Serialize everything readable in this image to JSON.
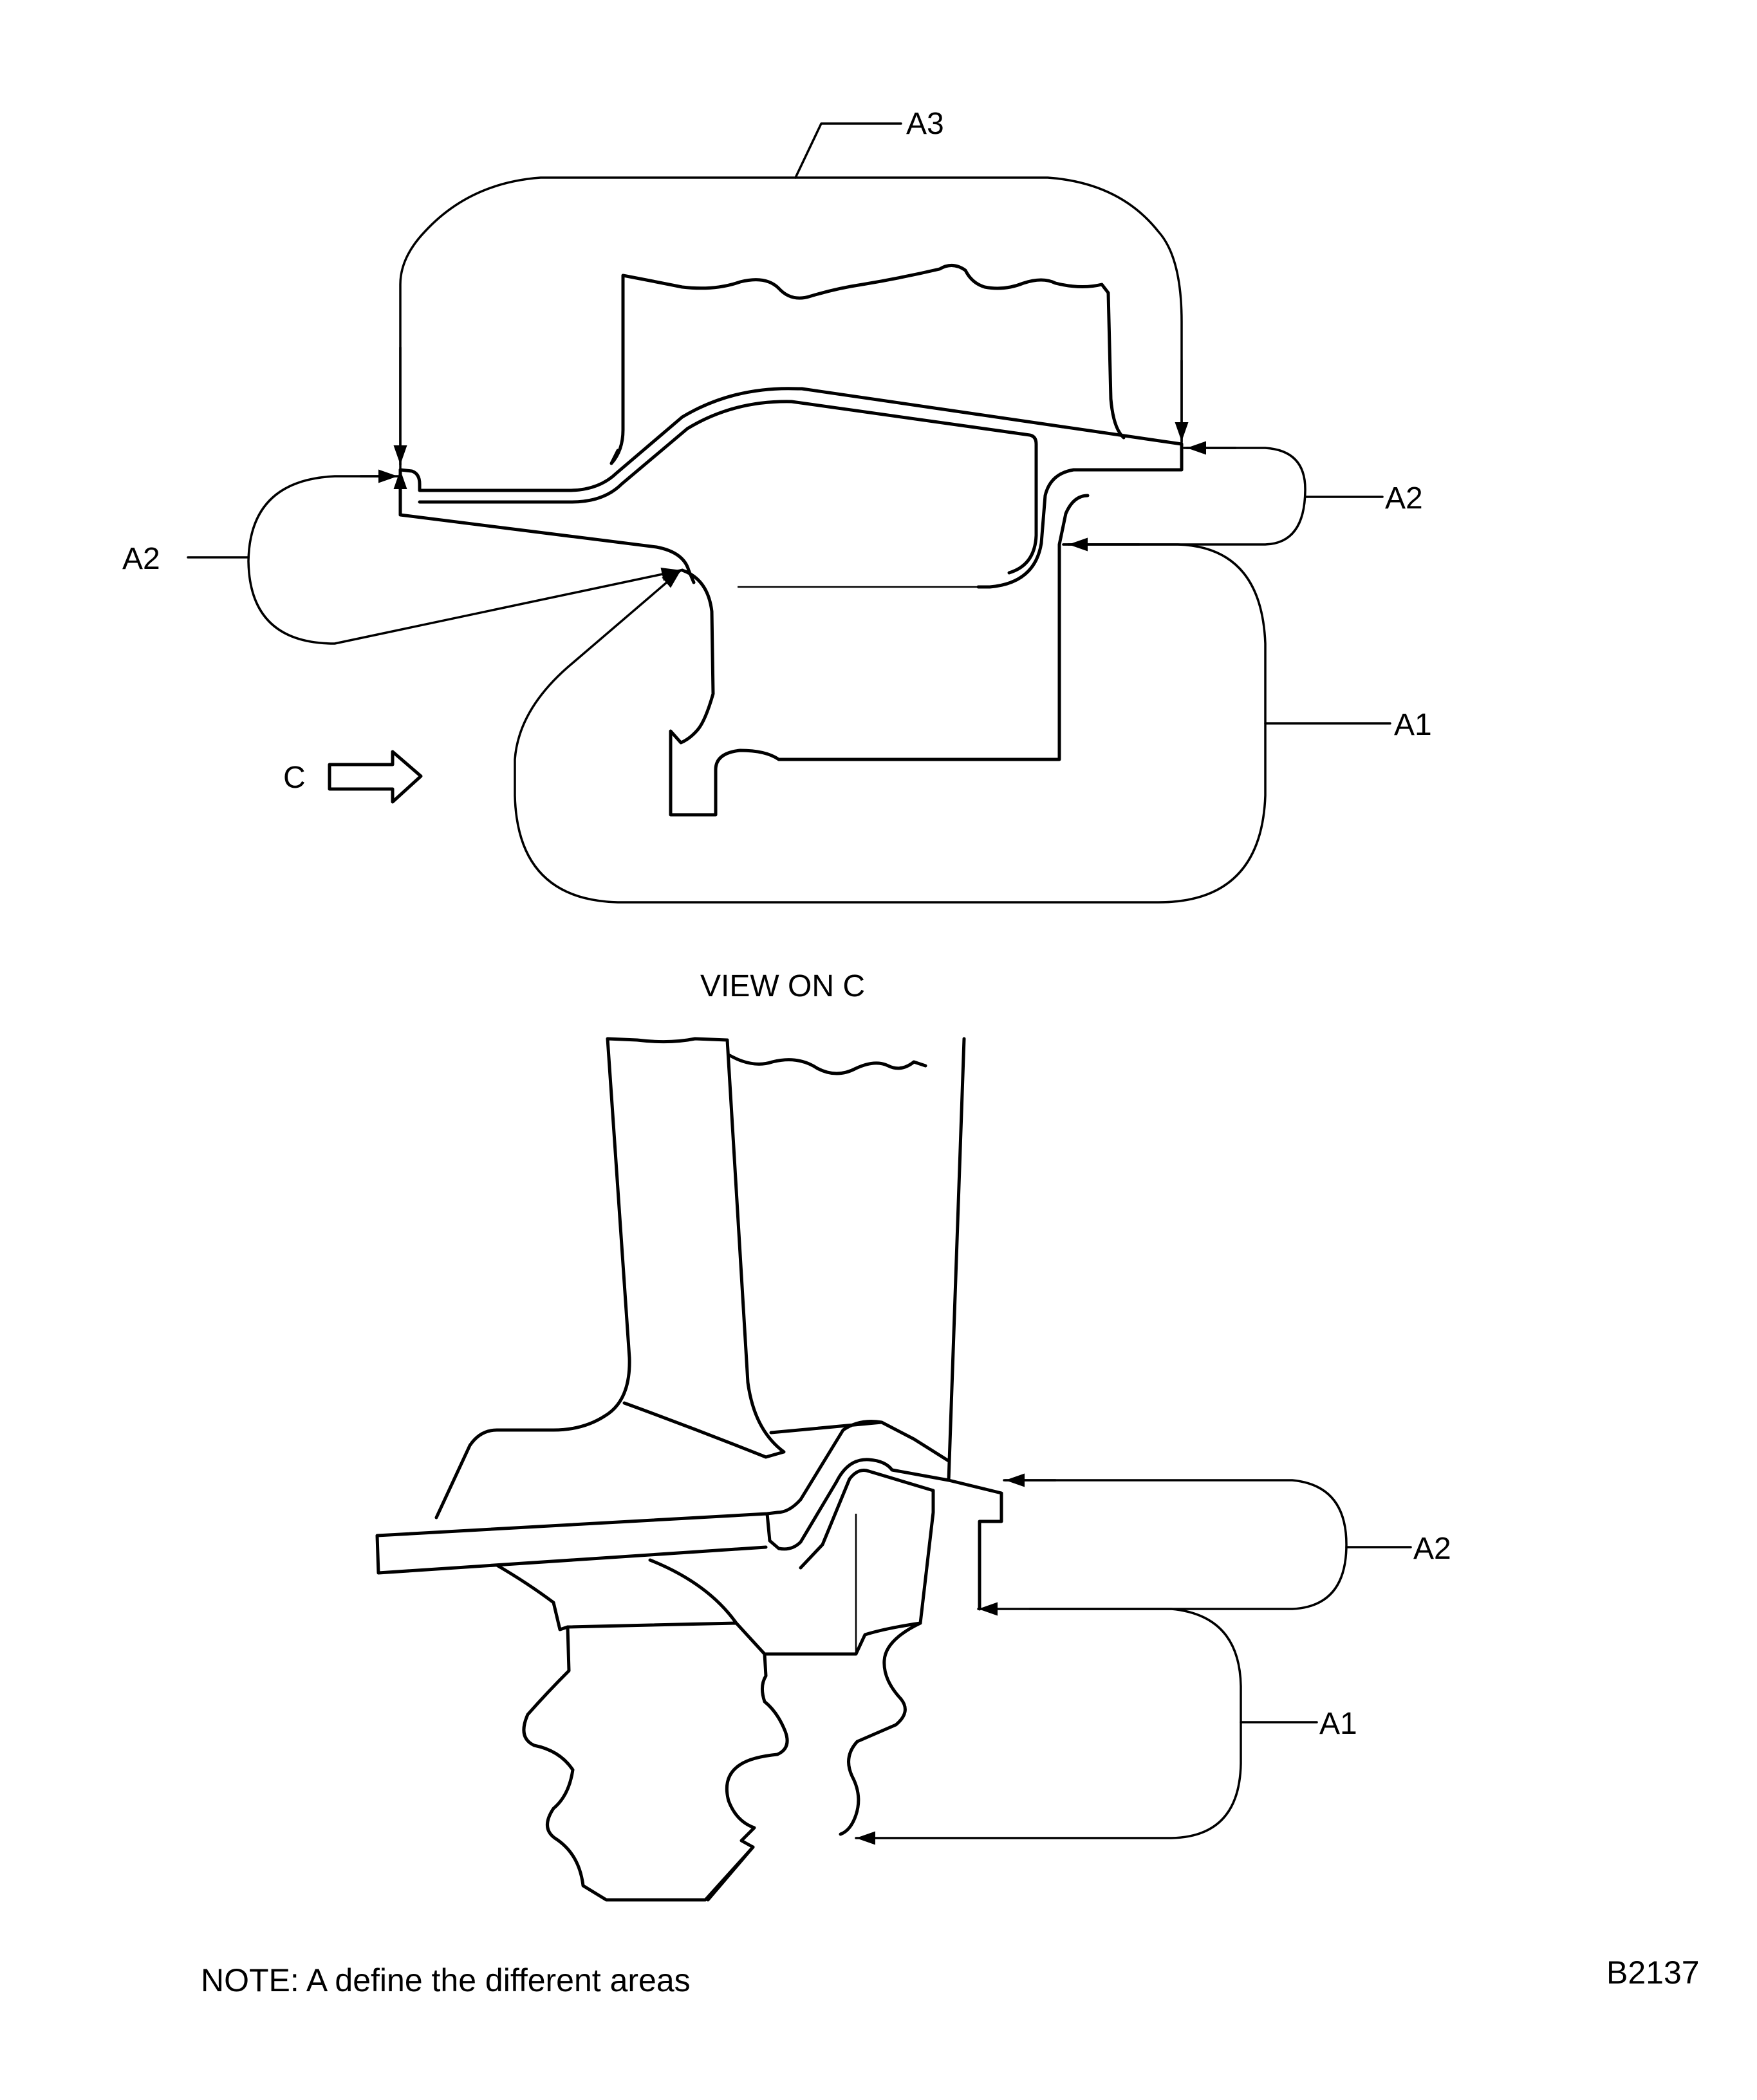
{
  "labels": {
    "top_a3": "A3",
    "top_a2_right": "A2",
    "top_a2_left": "A2",
    "top_a1": "A1",
    "view_letter": "C",
    "view_caption": "VIEW ON C",
    "bottom_a2": "A2",
    "bottom_a1": "A1"
  },
  "footer": {
    "note": "NOTE: A define the different areas",
    "figure_code": "B2137"
  }
}
